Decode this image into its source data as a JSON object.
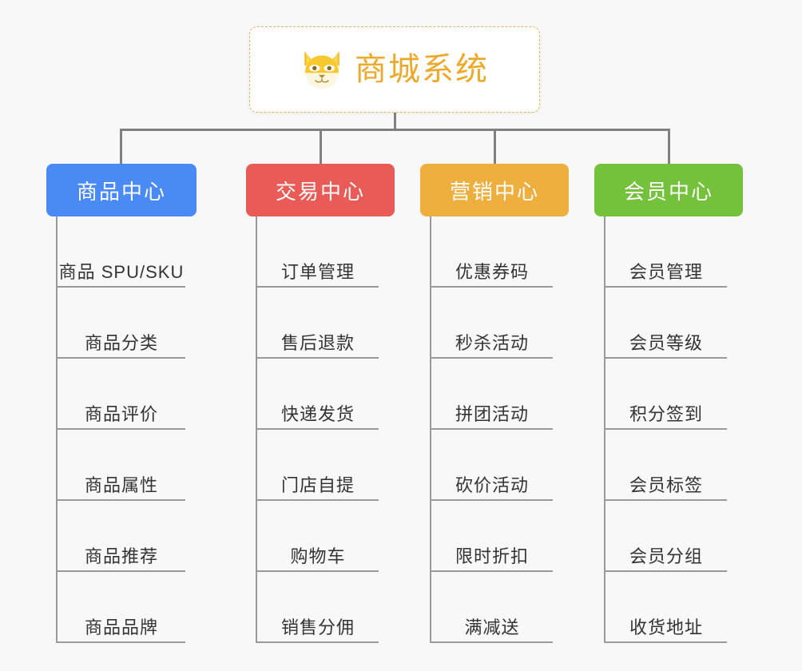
{
  "root": {
    "title": "商城系统",
    "icon": "shiba-dog-face-icon",
    "text_color": "#eda929",
    "border_color": "#e8b45a"
  },
  "connector_color": "#808080",
  "columns": [
    {
      "title": "商品中心",
      "color": "#4a8af4",
      "items": [
        "商品 SPU/SKU",
        "商品分类",
        "商品评价",
        "商品属性",
        "商品推荐",
        "商品品牌"
      ]
    },
    {
      "title": "交易中心",
      "color": "#e85b57",
      "items": [
        "订单管理",
        "售后退款",
        "快递发货",
        "门店自提",
        "购物车",
        "销售分佣"
      ]
    },
    {
      "title": "营销中心",
      "color": "#eeaf3e",
      "items": [
        "优惠券码",
        "秒杀活动",
        "拼团活动",
        "砍价活动",
        "限时折扣",
        "满减送"
      ]
    },
    {
      "title": "会员中心",
      "color": "#74c13c",
      "items": [
        "会员管理",
        "会员等级",
        "积分签到",
        "会员标签",
        "会员分组",
        "收货地址"
      ]
    }
  ]
}
